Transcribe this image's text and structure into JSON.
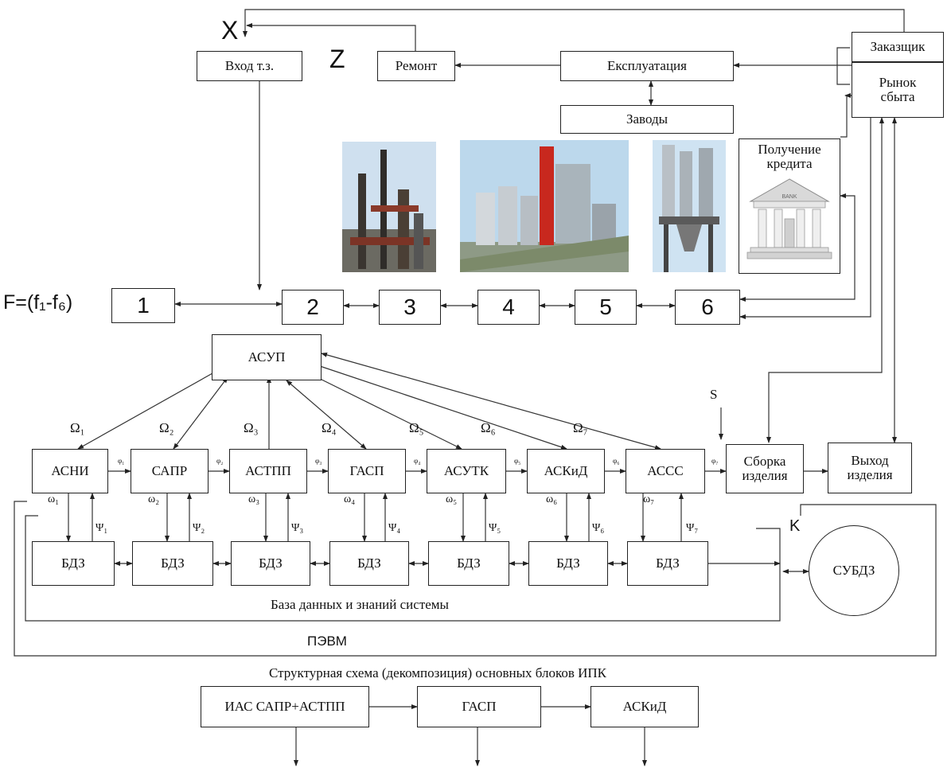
{
  "top": {
    "x_label": "X",
    "z_label": "Z",
    "vhod_tz": "Вход т.з.",
    "remont": "Ремонт",
    "ekspluatatsiya": "Експлуатация",
    "zavody": "Заводы",
    "zakazchik": "Заказщик",
    "rynok_sbyta": "Рынок сбыта",
    "poluchenie_kredita": "Получение кредита",
    "bank_sign": "BANK"
  },
  "stages": {
    "f_label": "F=(f₁-f₆)",
    "items": [
      "1",
      "2",
      "3",
      "4",
      "5",
      "6"
    ]
  },
  "asup": "АСУП",
  "omegas": [
    "Ω₁",
    "Ω₂",
    "Ω₃",
    "Ω₄",
    "Ω₅",
    "Ω₆",
    "Ω₇"
  ],
  "s_label": "S",
  "k_label": "K",
  "subsystems": [
    "АСНИ",
    "САПР",
    "АСТПП",
    "ГАСП",
    "АСУТК",
    "АСКиД",
    "АССС"
  ],
  "sborka": "Сборка изделия",
  "vyhod": "Выход изделия",
  "phis": [
    "φ₁",
    "φ₂",
    "φ₃",
    "φ₄",
    "φ₅",
    "φ₆",
    "φ₇"
  ],
  "small_omegas": [
    "ω₁",
    "ω₂",
    "ω₃",
    "ω₄",
    "ω₅",
    "ω₆",
    "ω₇"
  ],
  "psis": [
    "Ψ₁",
    "Ψ₂",
    "Ψ₃",
    "Ψ₄",
    "Ψ₅",
    "Ψ₆",
    "Ψ₇"
  ],
  "bdz": [
    "БДЗ",
    "БДЗ",
    "БДЗ",
    "БДЗ",
    "БДЗ",
    "БДЗ",
    "БДЗ"
  ],
  "subdz": "СУБДЗ",
  "baza_label": "База данных и знаний системы",
  "pevm_label": "ПЭВМ",
  "caption": "Структурная схема (декомпозиция) основных блоков ИПК",
  "bottom": [
    "ИАС САПР+АСТПП",
    "ГАСП",
    "АСКиД"
  ]
}
